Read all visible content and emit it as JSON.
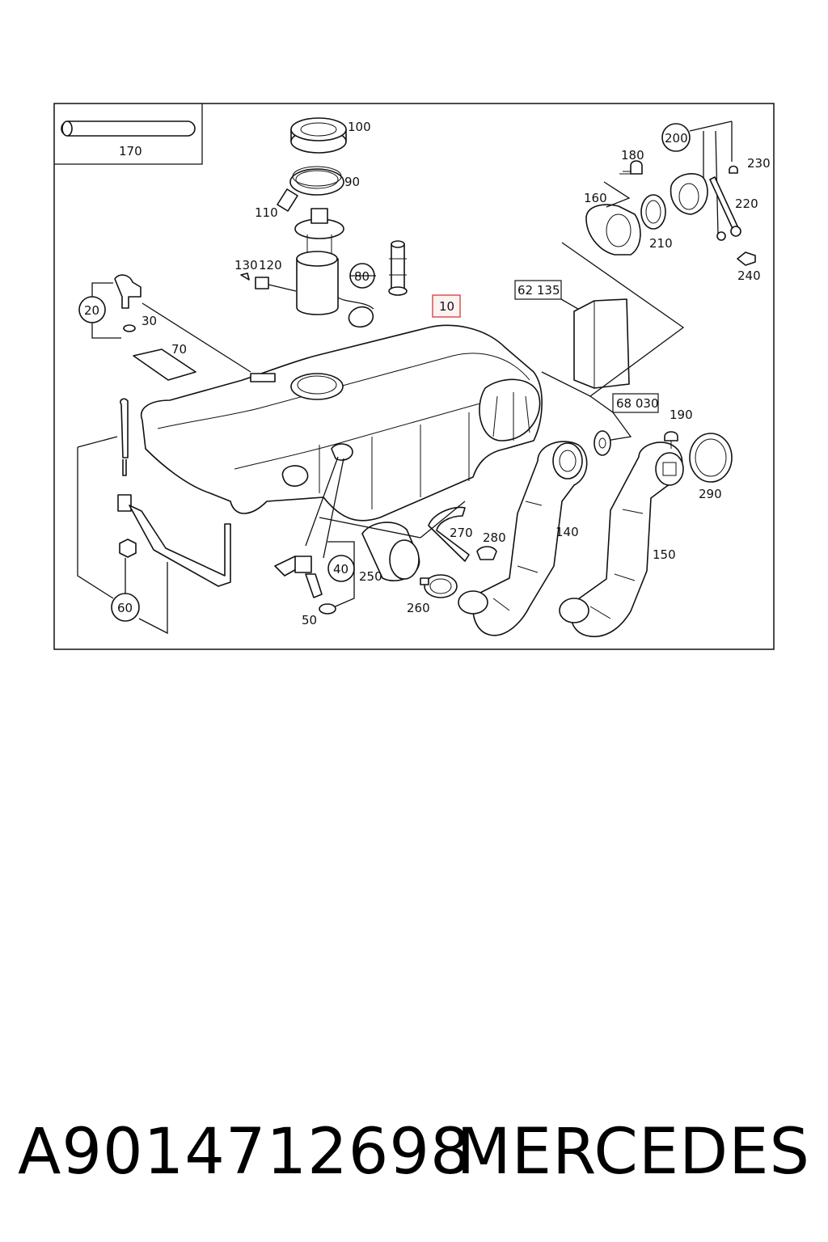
{
  "labels": {
    "l10": "10",
    "l20": "20",
    "l30": "30",
    "l40": "40",
    "l50": "50",
    "l60": "60",
    "l70": "70",
    "l80": "80",
    "l90": "90",
    "l100": "100",
    "l110": "110",
    "l120": "120",
    "l130": "130",
    "l140": "140",
    "l150": "150",
    "l160": "160",
    "l170": "170",
    "l180": "180",
    "l190": "190",
    "l200": "200",
    "l210": "210",
    "l220": "220",
    "l230": "230",
    "l240": "240",
    "l250": "250",
    "l260": "260",
    "l270": "270",
    "l280": "280",
    "l290": "290",
    "r62135": "62 135",
    "r68030": "68 030"
  },
  "caption": {
    "part_number": "A9014712698",
    "brand": "MERCEDES"
  },
  "colors": {
    "highlight": "#d9534f",
    "line": "#111111"
  }
}
